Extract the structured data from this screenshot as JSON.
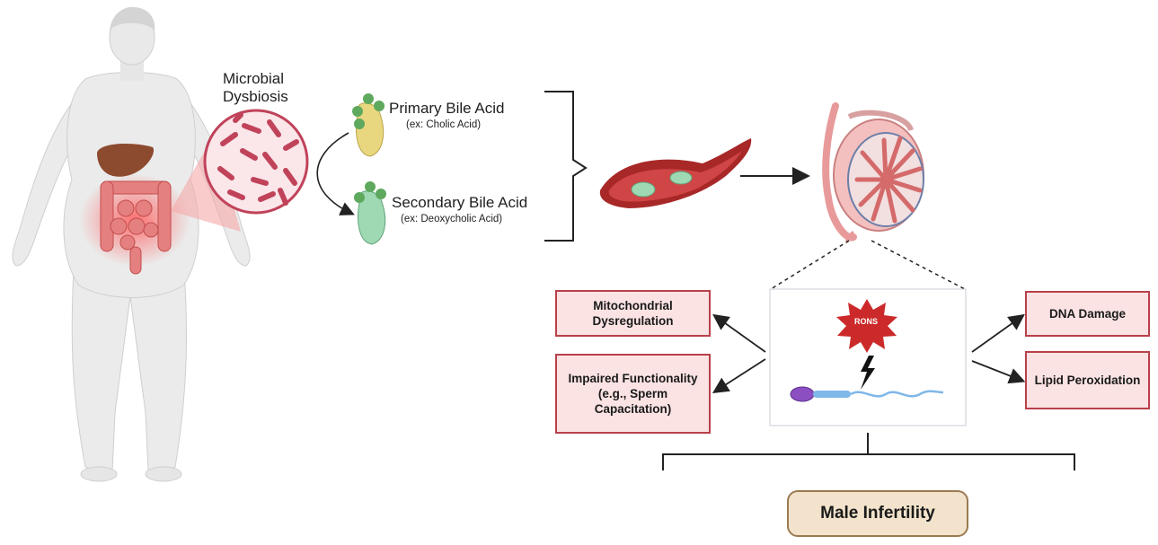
{
  "labels": {
    "microbial": "Microbial",
    "dysbiosis": "Dysbiosis",
    "primary_title": "Primary Bile Acid",
    "primary_example": "(ex: Cholic Acid)",
    "secondary_title": "Secondary Bile Acid",
    "secondary_example": "(ex: Deoxycholic Acid)",
    "rons": "RONS"
  },
  "effects": {
    "left": [
      "Mitochondrial Dysregulation",
      "Impaired Functionality (e.g., Sperm Capacitation)"
    ],
    "right": [
      "DNA Damage",
      "Lipid Peroxidation"
    ]
  },
  "outcome": "Male Infertility",
  "colors": {
    "box_border": "#b9404a",
    "box_fill": "#fbe3e3",
    "outcome_fill": "#f3e3cc",
    "outcome_border": "#9b7a52",
    "rons": "#cc2a2a",
    "primary_bile": "#e8d77f",
    "secondary_bile": "#9fd9b3",
    "bile_dots": "#5ea95e",
    "bacteria": "#c0435a"
  }
}
